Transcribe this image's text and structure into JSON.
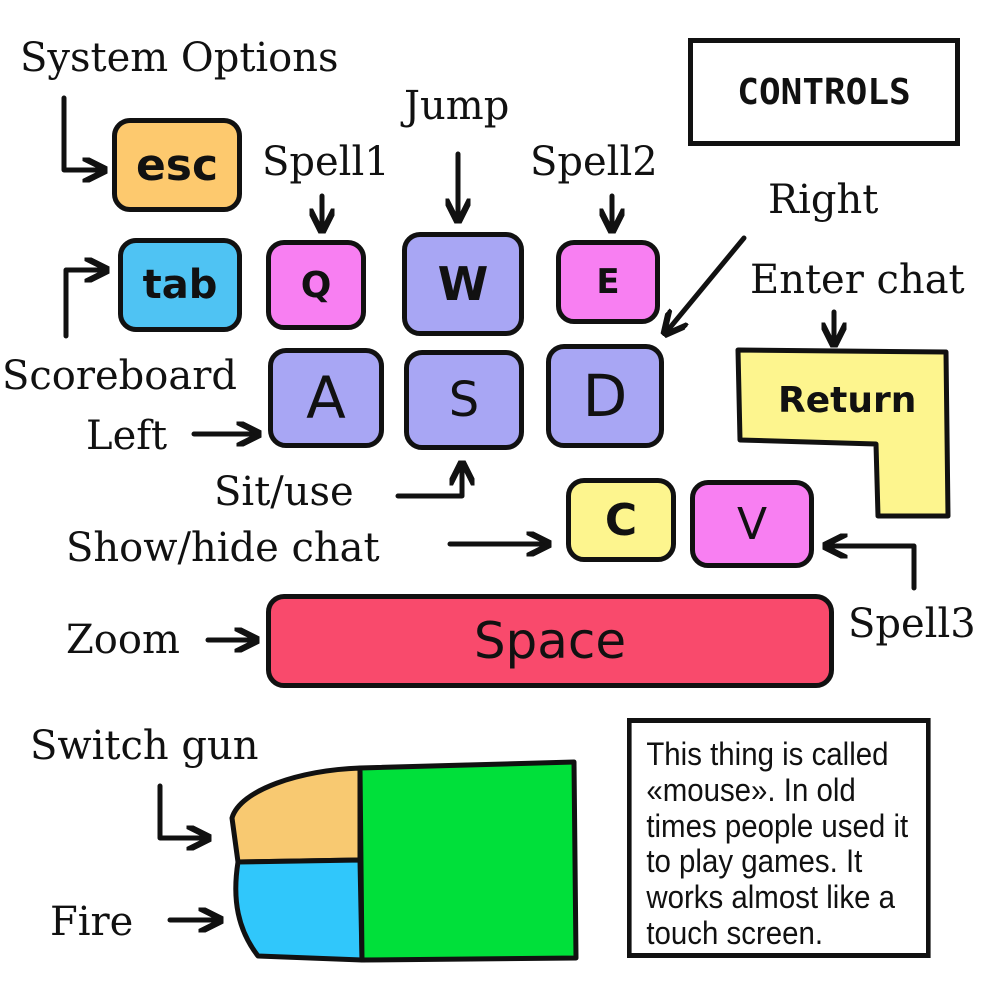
{
  "title": "CONTROLS",
  "labels": {
    "system_options": "System Options",
    "scoreboard": "Scoreboard",
    "spell1": "Spell1",
    "jump": "Jump",
    "spell2": "Spell2",
    "right": "Right",
    "enter_chat": "Enter chat",
    "left": "Left",
    "sit_use": "Sit/use",
    "show_hide_chat": "Show/hide chat",
    "spell3": "Spell3",
    "zoom": "Zoom",
    "switch_gun": "Switch gun",
    "fire": "Fire"
  },
  "keys": {
    "esc": "esc",
    "tab": "tab",
    "q": "Q",
    "w": "W",
    "e": "E",
    "a": "A",
    "s": "S",
    "d": "D",
    "return": "Return",
    "c": "C",
    "v": "V",
    "space": "Space"
  },
  "note": "This thing is called «mouse». In old times people used it to play games. It works almost like a touch screen.",
  "colors": {
    "orange": "#FDC96E",
    "blue": "#4FC3F3",
    "pink": "#F87FF2",
    "lavender": "#A8A6F4",
    "yellow": "#FDF58E",
    "red": "#F94A6C",
    "mouse_left": "#F8C971",
    "mouse_right_area": "#00E03A",
    "mouse_blue": "#30C7FB"
  }
}
